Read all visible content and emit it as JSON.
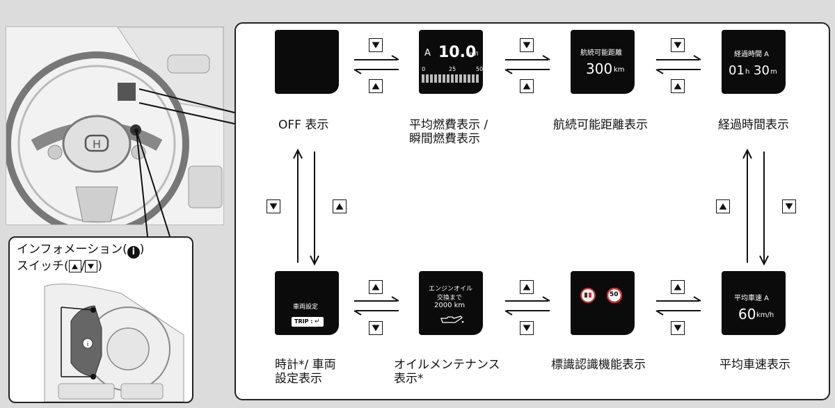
{
  "switch": {
    "line1": "インフォメーション(",
    "info_glyph": "i",
    "line1_end": ")",
    "line2": "スイッチ(",
    "slash": "/",
    "line2_end": ")"
  },
  "screens": {
    "off": {
      "label": "OFF 表示"
    },
    "fuel": {
      "label_line1": "平均燃費表示 /",
      "label_line2": "瞬間燃費表示",
      "mode": "A",
      "value": "10.0",
      "unit": "km/l",
      "ticks": [
        "0",
        "25",
        "50"
      ]
    },
    "range": {
      "label": "航続可能距離表示",
      "title": "航続可能距離",
      "value": "300",
      "unit": "km"
    },
    "elapsed": {
      "label": "経過時間表示",
      "title": "経過時間 A",
      "hours": "01",
      "h_unit": "h",
      "minutes": "30",
      "m_unit": "m"
    },
    "speed": {
      "label": "平均車速表示",
      "title": "平均車速 A",
      "value": "60",
      "unit": "km/h"
    },
    "sign": {
      "label": "標識認識機能表示",
      "sign_value": "50"
    },
    "oil": {
      "label_line1": "オイルメンテナンス",
      "label_line2": "表示*",
      "line1": "エンジンオイル",
      "line2": "交換まで",
      "line3": "2000 km"
    },
    "clock": {
      "label_line1": "時計*/ 車両",
      "label_line2": "設定表示",
      "title": "車両設定",
      "trip": "TRIP :"
    }
  }
}
